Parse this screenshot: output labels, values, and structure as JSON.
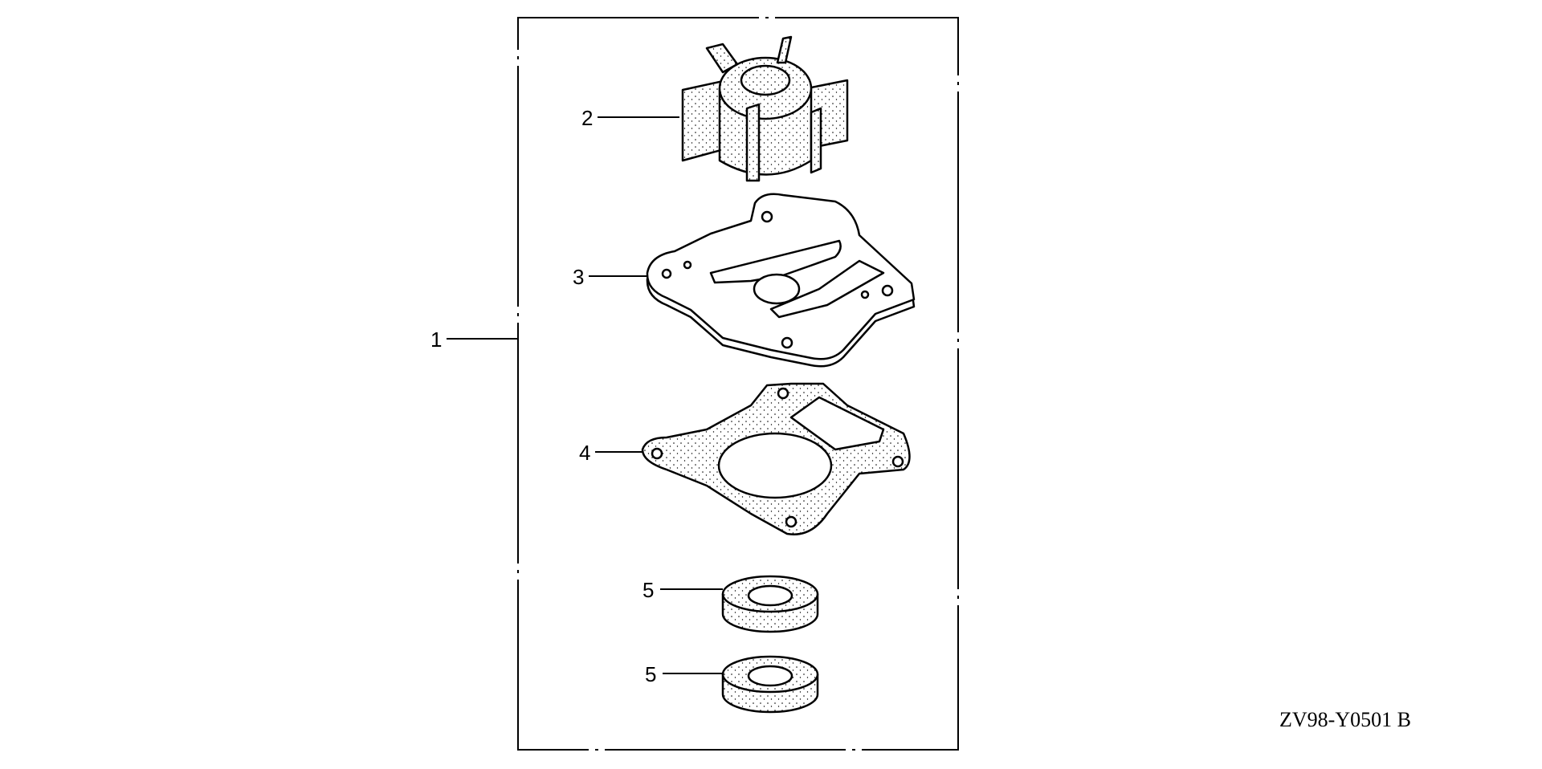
{
  "diagram": {
    "callouts": [
      {
        "number": "1",
        "part": "kit-frame"
      },
      {
        "number": "2",
        "part": "impeller"
      },
      {
        "number": "3",
        "part": "plate"
      },
      {
        "number": "4",
        "part": "gasket"
      },
      {
        "number": "5",
        "part": "seal-upper"
      },
      {
        "number": "5",
        "part": "seal-lower"
      }
    ],
    "drawing_code": "ZV98-Y0501 B",
    "colors": {
      "ink": "#000000",
      "paper": "#ffffff"
    }
  }
}
